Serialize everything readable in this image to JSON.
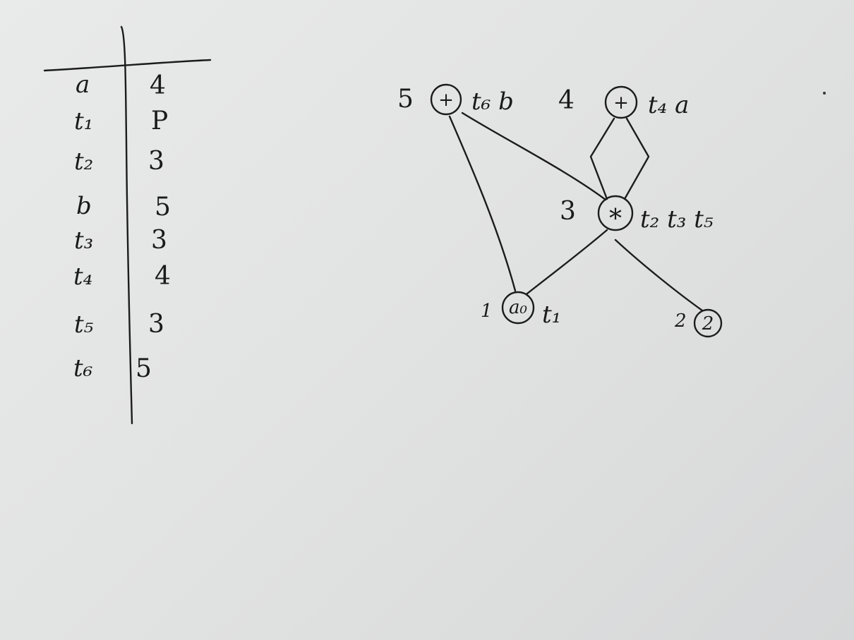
{
  "table": {
    "rows": [
      {
        "name": "a",
        "value": "4"
      },
      {
        "name": "t₁",
        "value": "P"
      },
      {
        "name": "t₂",
        "value": "3"
      },
      {
        "name": "b",
        "value": "5"
      },
      {
        "name": "t₃",
        "value": "3"
      },
      {
        "name": "t₄",
        "value": "4"
      },
      {
        "name": "t₅",
        "value": "3"
      },
      {
        "name": "t₆",
        "value": "5"
      }
    ]
  },
  "dag": {
    "nodes": [
      {
        "id": "n5",
        "number": "5",
        "op": "+",
        "labels": "t₆ b"
      },
      {
        "id": "n4",
        "number": "4",
        "op": "+",
        "labels": "t₄ a"
      },
      {
        "id": "n3",
        "number": "3",
        "op": "*",
        "labels": "t₂ t₃ t₅"
      },
      {
        "id": "n1",
        "number": "1",
        "op": "a₀",
        "labels": "t₁"
      },
      {
        "id": "n2",
        "number": "2",
        "op": "2",
        "labels": ""
      }
    ]
  }
}
